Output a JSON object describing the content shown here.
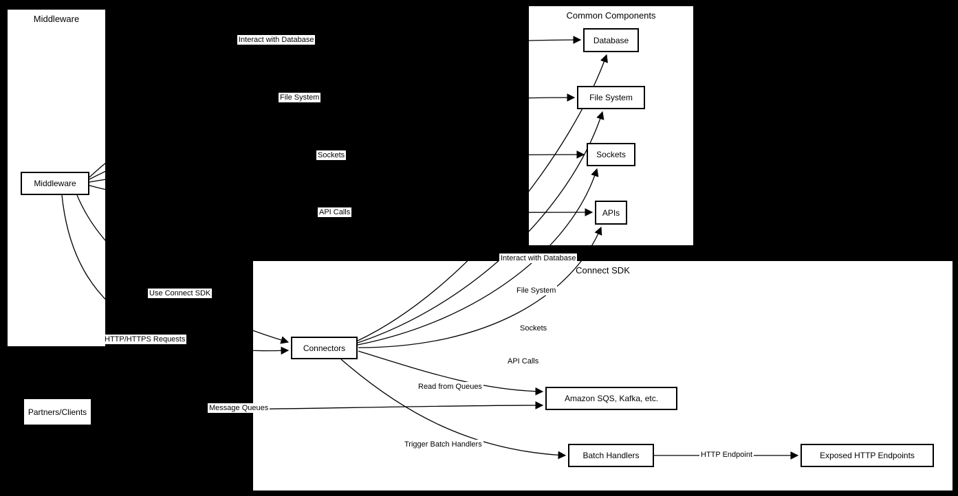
{
  "regions": {
    "middleware": {
      "title": "Middleware"
    },
    "common_components": {
      "title": "Common Components"
    },
    "connect_sdk": {
      "title": "Connect SDK"
    }
  },
  "nodes": {
    "middleware_box": "Middleware",
    "database": "Database",
    "file_system": "File System",
    "sockets": "Sockets",
    "apis": "APIs",
    "connectors": "Connectors",
    "queues": "Amazon SQS, Kafka, etc.",
    "batch_handlers": "Batch Handlers",
    "http_endpoints": "Exposed HTTP Endpoints",
    "partners_clients": "Partners/Clients"
  },
  "edge_labels": {
    "mw_interact_db": "Interact with Database",
    "mw_file_system": "File System",
    "mw_sockets": "Sockets",
    "mw_api_calls": "API Calls",
    "use_connect_sdk": "Use Connect SDK",
    "http_https_requests": "HTTP/HTTPS Requests",
    "message_queues": "Message Queues",
    "sdk_interact_db": "Interact with Database",
    "sdk_file_system": "File System",
    "sdk_sockets": "Sockets",
    "sdk_api_calls": "API Calls",
    "read_from_queues": "Read from Queues",
    "trigger_batch_handlers": "Trigger Batch Handlers",
    "http_endpoint": "HTTP Endpoint"
  },
  "colors": {
    "background": "#000000",
    "region_fill": "#ffffff",
    "line": "#000000",
    "text": "#000000"
  }
}
